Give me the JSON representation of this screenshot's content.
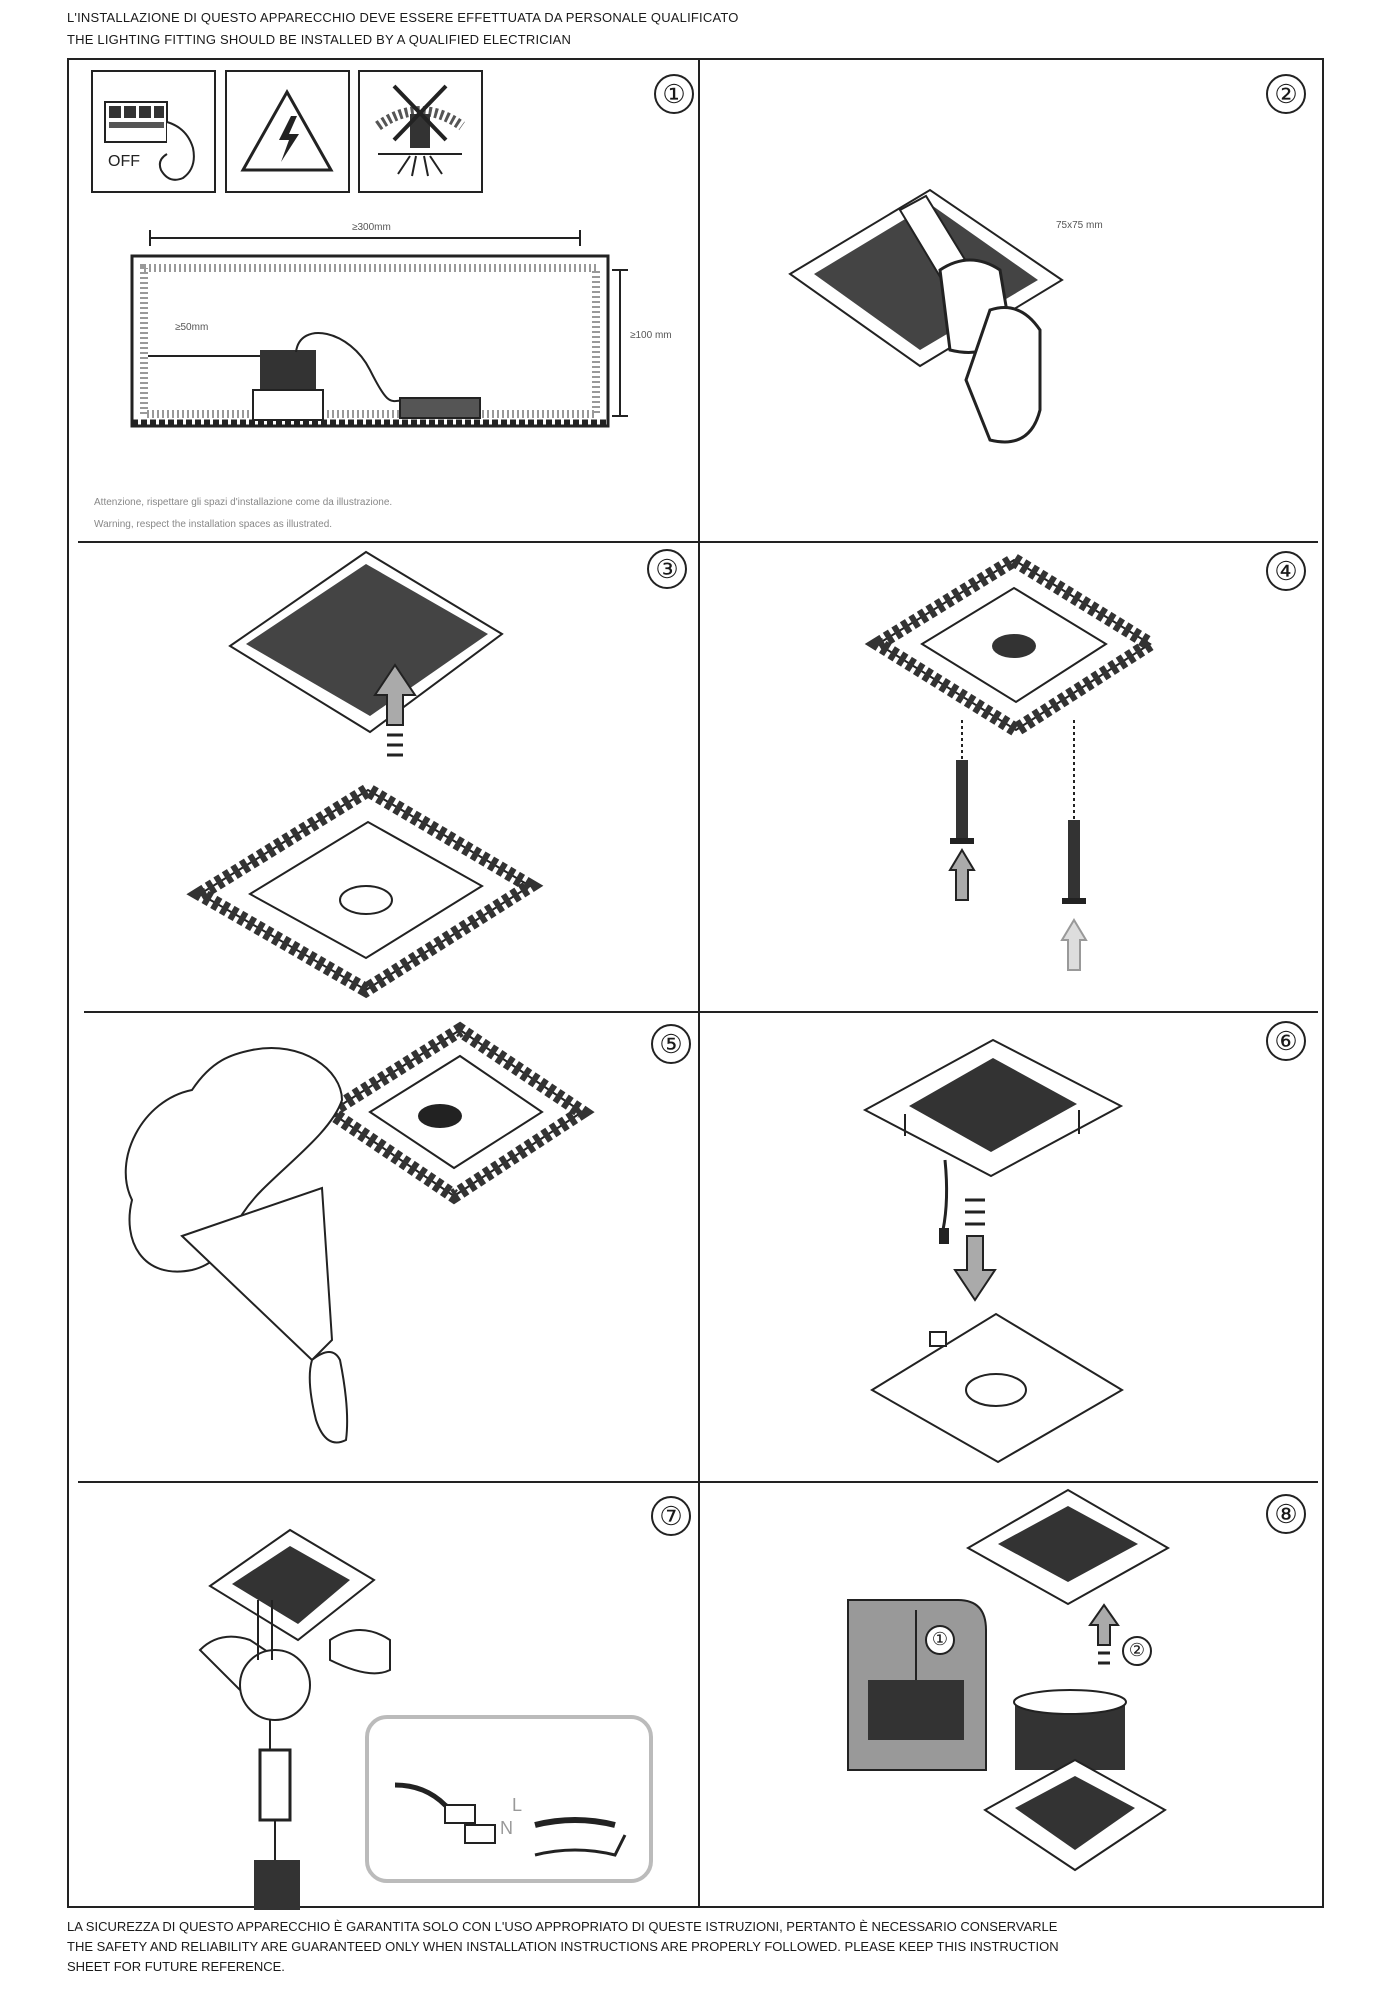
{
  "header": {
    "line_it": "L'INSTALLAZIONE DI QUESTO APPARECCHIO DEVE ESSERE EFFETTUATA DA PERSONALE QUALIFICATO",
    "line_en": "THE LIGHTING FITTING SHOULD BE INSTALLED BY A QUALIFIED ELECTRICIAN"
  },
  "steps": [
    "①",
    "②",
    "③",
    "④",
    "⑤",
    "⑥",
    "⑦",
    "⑧"
  ],
  "step1": {
    "switch_label": "OFF",
    "dim_width": "≥300mm",
    "dim_height": "≥100 mm",
    "dim_side": "≥50mm",
    "note_it": "Attenzione, rispettare gli spazi d'installazione come da illustrazione.",
    "note_en": "Warning, respect the installation spaces as illustrated."
  },
  "step2": {
    "cutout": "75x75 mm"
  },
  "step7": {
    "wire_L": "L",
    "wire_N": "N"
  },
  "step8": {
    "sub1": "①",
    "sub2": "②"
  },
  "footer": {
    "line1": "LA SICUREZZA DI QUESTO APPARECCHIO È GARANTITA SOLO CON L'USO APPROPRIATO DI QUESTE ISTRUZIONI, PERTANTO È NECESSARIO CONSERVARLE",
    "line2": "THE SAFETY AND RELIABILITY ARE GUARANTEED ONLY WHEN INSTALLATION INSTRUCTIONS ARE PROPERLY FOLLOWED. PLEASE KEEP THIS INSTRUCTION",
    "line3": "SHEET FOR FUTURE REFERENCE."
  }
}
